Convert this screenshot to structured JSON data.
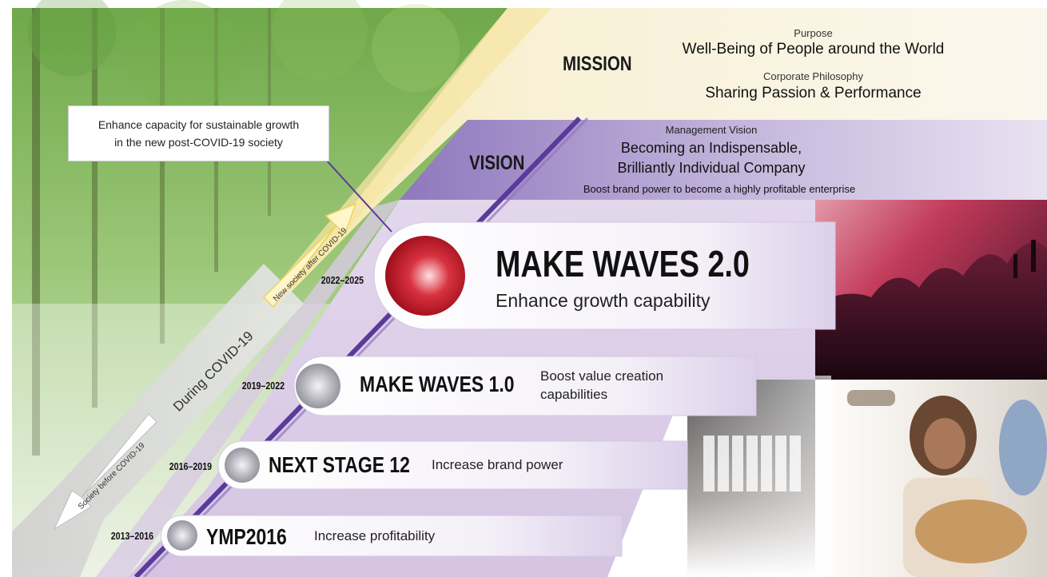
{
  "mission": {
    "label": "MISSION",
    "purpose_heading": "Purpose",
    "purpose_text": "Well-Being of People around the World",
    "philosophy_heading": "Corporate Philosophy",
    "philosophy_text": "Sharing Passion & Performance"
  },
  "vision": {
    "label": "VISION",
    "heading": "Management Vision",
    "line1": "Becoming an Indispensable,",
    "line2": "Brilliantly Individual Company",
    "line3": "Boost brand power to become a highly profitable enterprise"
  },
  "callout": {
    "line1": "Enhance capacity for sustainable growth",
    "line2": "in the new post-COVID-19 society"
  },
  "timeline": {
    "arrow_new": "New society after COVID-19",
    "during": "During COVID-19",
    "arrow_before": "Society before COVID-19"
  },
  "plans": [
    {
      "years": "2022–2025",
      "name": "MAKE WAVES 2.0",
      "subtitle": "Enhance growth capability"
    },
    {
      "years": "2019–2022",
      "name": "MAKE WAVES 1.0",
      "subtitle_line1": "Boost value creation",
      "subtitle_line2": "capabilities"
    },
    {
      "years": "2016–2019",
      "name": "NEXT STAGE 12",
      "subtitle": "Increase brand power"
    },
    {
      "years": "2013–2016",
      "name": "YMP2016",
      "subtitle": "Increase profitability"
    }
  ],
  "colors": {
    "mission_band": "#f7efc6",
    "vision_band": "#9a86c4",
    "plans_band": "#dccfe6",
    "timeline_line": "#5a3a9a",
    "accent_red": "#c8102e",
    "forest_green": "#7fb35a"
  }
}
